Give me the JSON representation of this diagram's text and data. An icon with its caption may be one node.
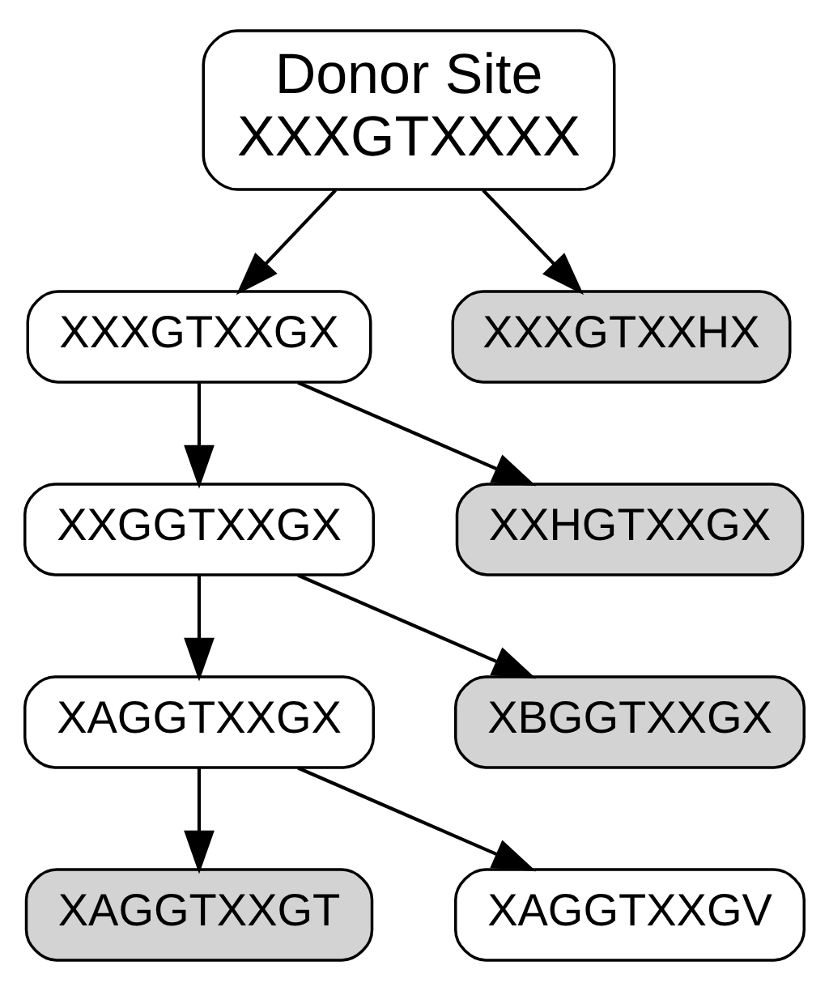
{
  "diagram": {
    "nodes": [
      {
        "text": [
          "Donor Site XXXGTXXXX"
        ]
      },
      {
        "text": [
          "XXXGTXXGX"
        ]
      },
      {
        "text": [
          "XXXGTXXHX"
        ]
      },
      {
        "text": [
          "XXGGTXXGX"
        ]
      },
      {
        "text": [
          "XXHGTXXGX"
        ]
      },
      {
        "text": [
          "XAGGTXXGX"
        ]
      },
      {
        "text": [
          "XBGGTXXGX"
        ]
      },
      {
        "text": [
          "XAGGTXXGT"
        ]
      },
      {
        "text": [
          "XAGGTXXGV"
        ]
      }
    ],
    "edges": [
      {
        "from": 0,
        "to": 1,
        "arrow": "to"
      },
      {
        "from": 0,
        "to": 2,
        "arrow": "to"
      },
      {
        "from": 1,
        "to": 3,
        "arrow": "to"
      },
      {
        "from": 1,
        "to": 4,
        "arrow": "to"
      },
      {
        "from": 3,
        "to": 5,
        "arrow": "to"
      },
      {
        "from": 3,
        "to": 6,
        "arrow": "to"
      },
      {
        "from": 5,
        "to": 7,
        "arrow": "to"
      },
      {
        "from": 5,
        "to": 8,
        "arrow": "to"
      }
    ]
  }
}
